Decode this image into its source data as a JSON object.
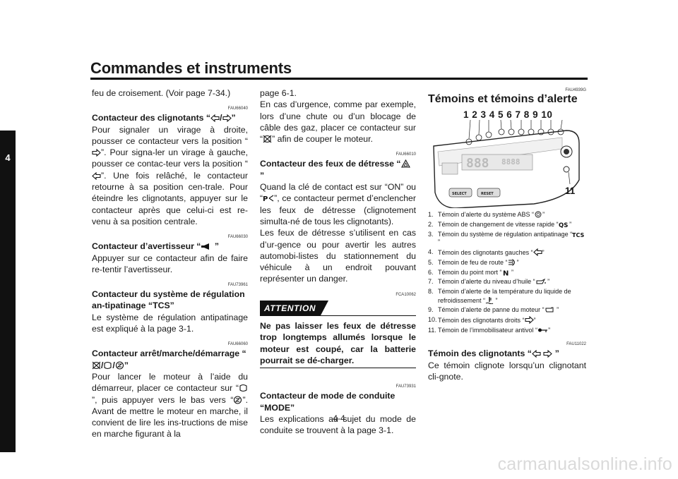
{
  "header": {
    "title": "Commandes et instruments",
    "chapter": "4",
    "page_number": "4-4"
  },
  "watermark": "carmanualsonline.info",
  "col1": {
    "intro": "feu de croisement. (Voir page 7-34.)",
    "sections": [
      {
        "code": "FAU66040",
        "title_pre": "Contacteur des clignotants “",
        "title_icons": [
          "left-arrow-icon",
          "right-arrow-icon"
        ],
        "title_sep": "/",
        "title_post": "”",
        "body": [
          {
            "t": "Pour signaler un virage à droite, pousser ce contacteur vers la position “"
          },
          {
            "icon": "right-arrow-icon"
          },
          {
            "t": "”. Pour signa-ler un virage à gauche, pousser ce contac-teur vers la position “"
          },
          {
            "icon": "left-arrow-icon"
          },
          {
            "t": "”. Une fois relâché, le contacteur retourne à sa position cen-trale. Pour éteindre les clignotants, appuyer sur le contacteur après que celui-ci est re-venu à sa position centrale."
          }
        ]
      },
      {
        "code": "FAU66030",
        "title_pre": "Contacteur d’avertisseur “",
        "title_icons": [
          "horn-icon"
        ],
        "title_sep": "",
        "title_post": " ”",
        "body": [
          {
            "t": "Appuyer sur ce contacteur afin de faire re-tentir l’avertisseur."
          }
        ]
      },
      {
        "code": "FAU73961",
        "title_pre": "Contacteur du système de régulation an-tipatinage “TCS”",
        "title_icons": [],
        "title_sep": "",
        "title_post": "",
        "body": [
          {
            "t": "Le système de régulation antipatinage est expliqué à la page 3-1."
          }
        ]
      },
      {
        "code": "FAU66060",
        "title_pre": "Contacteur arrêt/marche/démarrage “",
        "title_icons": [
          "engine-stop-icon",
          "engine-run-icon",
          "start-icon"
        ],
        "title_sep": "/",
        "title_post": "”",
        "body": [
          {
            "t": "Pour lancer le moteur à l’aide du démarreur, placer ce contacteur sur “"
          },
          {
            "icon": "engine-run-icon"
          },
          {
            "t": "”, puis appuyer vers le bas vers “"
          },
          {
            "icon": "start-icon"
          },
          {
            "t": "”. Avant de mettre le moteur en marche, il convient de lire les ins-tructions de mise en marche figurant à la"
          }
        ]
      }
    ]
  },
  "col2": {
    "cont": [
      {
        "t": "page 6-1."
      },
      {
        "br": true
      },
      {
        "t": "En cas d’urgence, comme par exemple, lors d’une chute ou d’un blocage de câble des gaz, placer ce contacteur sur “"
      },
      {
        "icon": "engine-stop-icon"
      },
      {
        "t": "” afin de couper le moteur."
      }
    ],
    "hazard": {
      "code": "FAU66010",
      "title_pre": "Contacteur des feux de détresse “",
      "title_icons": [
        "hazard-icon"
      ],
      "title_sep": "",
      "title_post": " ”",
      "body": [
        {
          "t": "Quand la clé de contact est sur “ON” ou “"
        },
        {
          "icon": "park-icon"
        },
        {
          "t": "”, ce contacteur permet d’enclencher les feux de détresse (clignotement simulta-né de tous les clignotants)."
        },
        {
          "br": true
        },
        {
          "t": "Les feux de détresse s’utilisent en cas d’ur-gence ou pour avertir les autres automobi-listes du stationnement du véhicule à un endroit pouvant représenter un danger."
        }
      ]
    },
    "attention": {
      "code": "FCA10062",
      "label": "ATTENTION",
      "text": "Ne pas laisser les feux de détresse trop longtemps allumés lorsque le moteur est coupé, car la batterie pourrait se dé-charger."
    },
    "mode": {
      "code": "FAU73931",
      "title": "Contacteur de mode de conduite “MODE”",
      "body": "Les explications au sujet du mode de conduite se trouvent à la page 3-1."
    }
  },
  "col3": {
    "code": "FAU4939G",
    "title": "Témoins et témoins d’alerte",
    "dash_numbers": "1 2 3 4 5 6 7 8 9 10",
    "dash_11": "11",
    "dash_buttons": {
      "select": "SELECT",
      "reset": "RESET"
    },
    "legend": [
      {
        "n": "1.",
        "parts": [
          {
            "t": "Témoin d’alerte du système ABS “"
          },
          {
            "icon": "abs-icon"
          },
          {
            "t": "”"
          }
        ]
      },
      {
        "n": "2.",
        "parts": [
          {
            "t": "Témoin de changement de vitesse rapide “"
          },
          {
            "icon": "qs-icon"
          },
          {
            "t": " ”"
          }
        ]
      },
      {
        "n": "3.",
        "parts": [
          {
            "t": "Témoin du système de régulation antipatinage “"
          },
          {
            "icon": "tcs-icon"
          },
          {
            "t": "”"
          }
        ]
      },
      {
        "n": "4.",
        "parts": [
          {
            "t": "Témoin des clignotants gauches “"
          },
          {
            "icon": "left-arrow-icon"
          },
          {
            "t": "”"
          }
        ]
      },
      {
        "n": "5.",
        "parts": [
          {
            "t": "Témoin de feu de route “"
          },
          {
            "icon": "high-beam-icon"
          },
          {
            "t": "”"
          }
        ]
      },
      {
        "n": "6.",
        "parts": [
          {
            "t": "Témoin du point mort “"
          },
          {
            "icon": "neutral-icon"
          },
          {
            "t": " ”"
          }
        ]
      },
      {
        "n": "7.",
        "parts": [
          {
            "t": "Témoin d’alerte du niveau d’huile “"
          },
          {
            "icon": "oil-icon"
          },
          {
            "t": " ”"
          }
        ]
      },
      {
        "n": "8.",
        "parts": [
          {
            "t": "Témoin d’alerte de la température du liquide de refroidissement “"
          },
          {
            "icon": "coolant-icon"
          },
          {
            "t": " ”"
          }
        ]
      },
      {
        "n": "9.",
        "parts": [
          {
            "t": "Témoin d’alerte de panne du moteur “"
          },
          {
            "icon": "engine-icon"
          },
          {
            "t": " ”"
          }
        ]
      },
      {
        "n": "10.",
        "parts": [
          {
            "t": "Témoin des clignotants droits “"
          },
          {
            "icon": "right-arrow-icon"
          },
          {
            "t": "”"
          }
        ]
      },
      {
        "n": "11.",
        "parts": [
          {
            "t": "Témoin de l’immobilisateur antivol “"
          },
          {
            "icon": "immobilizer-icon"
          },
          {
            "t": "”"
          }
        ]
      }
    ],
    "turn": {
      "code": "FAU11022",
      "title_pre": "Témoin des clignotants “",
      "title_icons": [
        "left-arrow-icon",
        "right-arrow-icon"
      ],
      "title_sep": " ",
      "title_post": " ”",
      "body": "Ce témoin clignote lorsqu’un clignotant cli-gnote."
    }
  }
}
